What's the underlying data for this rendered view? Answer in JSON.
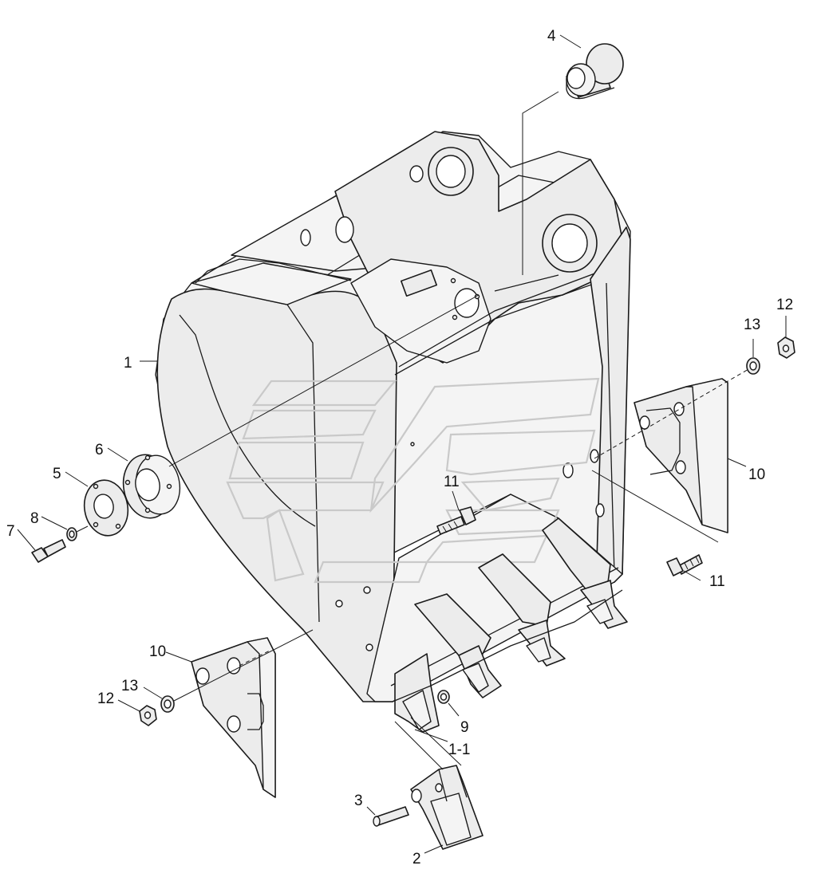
{
  "diagram": {
    "type": "exploded-parts-view",
    "callouts": [
      {
        "id": "c1",
        "label": "1"
      },
      {
        "id": "c1-1",
        "label": "1-1"
      },
      {
        "id": "c2",
        "label": "2"
      },
      {
        "id": "c3",
        "label": "3"
      },
      {
        "id": "c4",
        "label": "4"
      },
      {
        "id": "c5",
        "label": "5"
      },
      {
        "id": "c6",
        "label": "6"
      },
      {
        "id": "c7",
        "label": "7"
      },
      {
        "id": "c8",
        "label": "8"
      },
      {
        "id": "c9",
        "label": "9"
      },
      {
        "id": "c10a",
        "label": "10"
      },
      {
        "id": "c10b",
        "label": "10"
      },
      {
        "id": "c11a",
        "label": "11"
      },
      {
        "id": "c11b",
        "label": "11"
      },
      {
        "id": "c12a",
        "label": "12"
      },
      {
        "id": "c12b",
        "label": "12"
      },
      {
        "id": "c13a",
        "label": "13"
      },
      {
        "id": "c13b",
        "label": "13"
      }
    ],
    "colors": {
      "line": "#1a1a1a",
      "part_fill": "#ececec",
      "watermark": "#c9c9c9",
      "background": "#ffffff"
    }
  }
}
